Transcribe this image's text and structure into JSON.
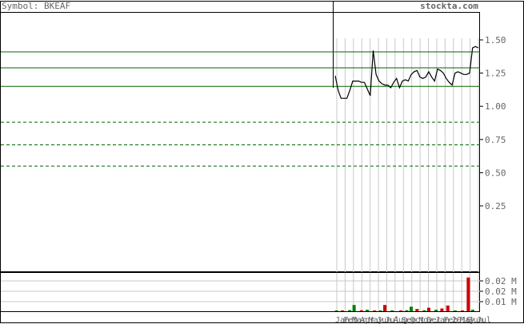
{
  "header": {
    "symbol_label": "Symbol: BKEAF",
    "site": "stockta.com"
  },
  "colors": {
    "frame": "#000000",
    "grid": "#c8c8c8",
    "level": "#006600",
    "price": "#000000",
    "vol_up": "#008000",
    "vol_down": "#cc0000",
    "text": "#666666"
  },
  "chart_data": [
    {
      "type": "line",
      "title": "",
      "price_ticks": [
        "1.50",
        "1.25",
        "1.00",
        "0.75",
        "0.50",
        "0.25"
      ],
      "price_tick_values": [
        1.5,
        1.25,
        1.0,
        0.75,
        0.5,
        0.25
      ],
      "ylim": [
        0.0,
        1.75
      ],
      "x_labels": [
        "Jan",
        "Feb",
        "Mar",
        "Apr",
        "May",
        "Jun",
        "Jul",
        "Aug",
        "Sep",
        "Oct",
        "Nov",
        "Dec",
        "Jan",
        "Feb",
        "2016",
        "May",
        "Jun",
        "Jul"
      ],
      "support_resistance_solid": [
        1.41,
        1.29,
        1.15
      ],
      "support_resistance_dashed": [
        0.88,
        0.71,
        0.55
      ],
      "series": [
        {
          "values": [
            1.23,
            1.12,
            1.06,
            1.06,
            1.06,
            1.12,
            1.19,
            1.19,
            1.19,
            1.18,
            1.18,
            1.13,
            1.08,
            1.42,
            1.24,
            1.19,
            1.17,
            1.16,
            1.16,
            1.14,
            1.18,
            1.21,
            1.14,
            1.19,
            1.2,
            1.19,
            1.24,
            1.26,
            1.27,
            1.22,
            1.21,
            1.22,
            1.26,
            1.22,
            1.19,
            1.28,
            1.27,
            1.25,
            1.21,
            1.18,
            1.16,
            1.25,
            1.26,
            1.25,
            1.24,
            1.24,
            1.25,
            1.44,
            1.45,
            1.44
          ]
        }
      ]
    },
    {
      "type": "bar",
      "title": "",
      "volume_ticks": [
        "0.02 M",
        "0.02 M",
        "0.01 M"
      ],
      "ylim": [
        0,
        0.03
      ],
      "bars": [
        {
          "pos": 0.02,
          "value": 0.0004,
          "up": true
        },
        {
          "pos": 0.06,
          "value": 0.0006,
          "up": false
        },
        {
          "pos": 0.11,
          "value": 0.0009,
          "up": true
        },
        {
          "pos": 0.14,
          "value": 0.005,
          "up": true
        },
        {
          "pos": 0.19,
          "value": 0.0008,
          "up": false
        },
        {
          "pos": 0.23,
          "value": 0.0012,
          "up": true
        },
        {
          "pos": 0.28,
          "value": 0.0006,
          "up": false
        },
        {
          "pos": 0.32,
          "value": 0.0005,
          "up": true
        },
        {
          "pos": 0.35,
          "value": 0.005,
          "up": false
        },
        {
          "pos": 0.4,
          "value": 0.0007,
          "up": true
        },
        {
          "pos": 0.46,
          "value": 0.0006,
          "up": false
        },
        {
          "pos": 0.5,
          "value": 0.0008,
          "up": true
        },
        {
          "pos": 0.53,
          "value": 0.0036,
          "up": true
        },
        {
          "pos": 0.57,
          "value": 0.0018,
          "up": false
        },
        {
          "pos": 0.62,
          "value": 0.0008,
          "up": true
        },
        {
          "pos": 0.65,
          "value": 0.0028,
          "up": false
        },
        {
          "pos": 0.7,
          "value": 0.0012,
          "up": true
        },
        {
          "pos": 0.74,
          "value": 0.0022,
          "up": false
        },
        {
          "pos": 0.78,
          "value": 0.0046,
          "up": false
        },
        {
          "pos": 0.83,
          "value": 0.0006,
          "up": true
        },
        {
          "pos": 0.88,
          "value": 0.0005,
          "up": false
        },
        {
          "pos": 0.92,
          "value": 0.027,
          "up": false
        },
        {
          "pos": 0.95,
          "value": 0.0012,
          "up": true
        }
      ]
    }
  ]
}
